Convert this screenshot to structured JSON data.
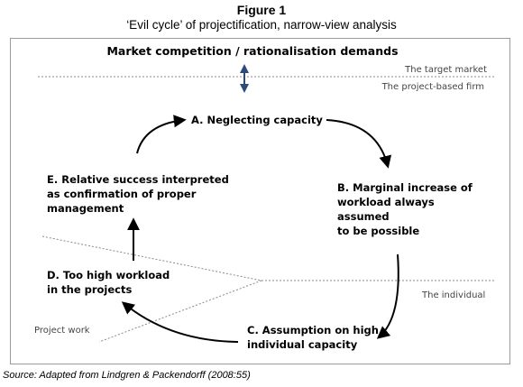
{
  "figure": {
    "title": "Figure 1",
    "subtitle": "‘Evil cycle’ of projectification, narrow-view analysis",
    "source": "Source: Adapted from Lindgren &  Packendorff (2008:55)"
  },
  "diagram": {
    "header": "Market competition / rationalisation demands",
    "zones": {
      "target_market": "The target market",
      "project_based_firm": "The project-based firm",
      "individual": "The individual",
      "project_work": "Project work"
    },
    "nodes": {
      "a": [
        "A. Neglecting capacity"
      ],
      "b": [
        "B. Marginal increase of",
        "workload always",
        "assumed",
        "to be possible"
      ],
      "c": [
        "C. Assumption on high",
        "individual capacity"
      ],
      "d": [
        "D. Too high workload",
        "in the projects"
      ],
      "e": [
        "E. Relative success interpreted",
        "as confirmation of proper",
        "management"
      ]
    },
    "colors": {
      "arrow": "#000000",
      "double_arrow": "#2e4a7a",
      "dotted_line": "#8a8a8a",
      "border": "#9a9a9a"
    }
  }
}
